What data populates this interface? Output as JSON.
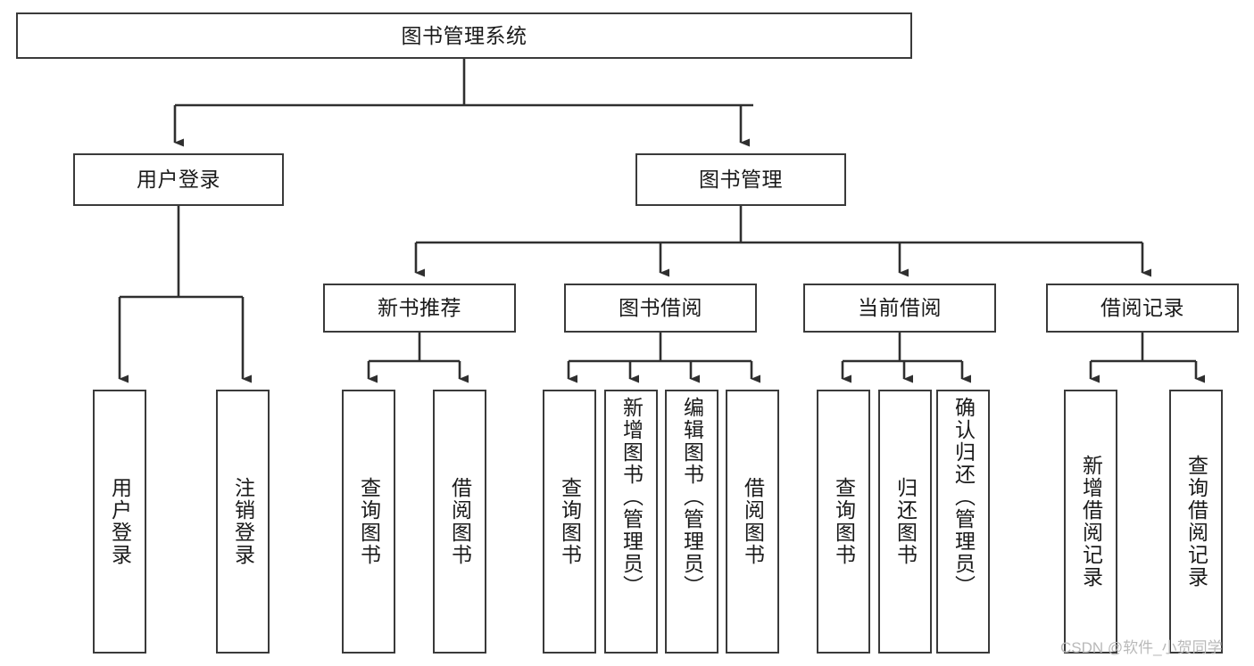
{
  "diagram": {
    "type": "tree-hierarchy",
    "title": "图书管理系统",
    "watermark": "CSDN @软件_小贺同学",
    "colors": {
      "box_border": "#3a3a3a",
      "box_fill": "#ffffff",
      "connector": "#2f2f2f",
      "text": "#1a1a1a",
      "watermark": "#b9b9b9",
      "background": "#ffffff"
    },
    "root": {
      "label": "图书管理系统"
    },
    "level2": [
      {
        "label": "用户登录"
      },
      {
        "label": "图书管理"
      }
    ],
    "level3": [
      {
        "label": "新书推荐"
      },
      {
        "label": "图书借阅"
      },
      {
        "label": "当前借阅"
      },
      {
        "label": "借阅记录"
      }
    ],
    "leaves": {
      "user_login": [
        {
          "label": "用户登录"
        },
        {
          "label": "注销登录"
        }
      ],
      "new_book_recommend": [
        {
          "label": "查询图书"
        },
        {
          "label": "借阅图书"
        }
      ],
      "book_borrow": [
        {
          "label": "查询图书"
        },
        {
          "label": "新增图书（管理员）"
        },
        {
          "label": "编辑图书（管理员）"
        },
        {
          "label": "借阅图书"
        }
      ],
      "current_borrow": [
        {
          "label": "查询图书"
        },
        {
          "label": "归还图书"
        },
        {
          "label": "确认归还（管理员）"
        }
      ],
      "borrow_record": [
        {
          "label": "新增借阅记录"
        },
        {
          "label": "查询借阅记录"
        }
      ]
    }
  }
}
